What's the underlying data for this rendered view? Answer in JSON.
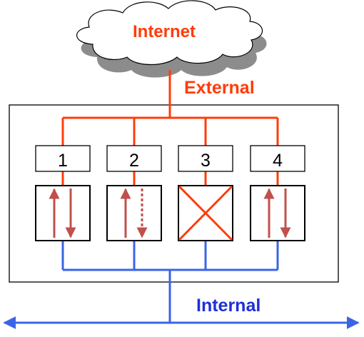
{
  "cloud": {
    "label": "Internet"
  },
  "external": {
    "label": "External"
  },
  "internal": {
    "label": "Internal"
  },
  "colors": {
    "external": "#ff3c0a",
    "internal": "#3a64e8",
    "arrow": "#c0504d",
    "cross": "#ff3c0a",
    "outline": "#000000",
    "cloud_fill": "#ffffff",
    "cloud_shadow": "#8c8c8c"
  },
  "nodes": [
    {
      "id": "1",
      "label": "1",
      "state": "bidirectional"
    },
    {
      "id": "2",
      "label": "2",
      "state": "up-solid-down-dotted"
    },
    {
      "id": "3",
      "label": "3",
      "state": "blocked"
    },
    {
      "id": "4",
      "label": "4",
      "state": "bidirectional"
    }
  ]
}
